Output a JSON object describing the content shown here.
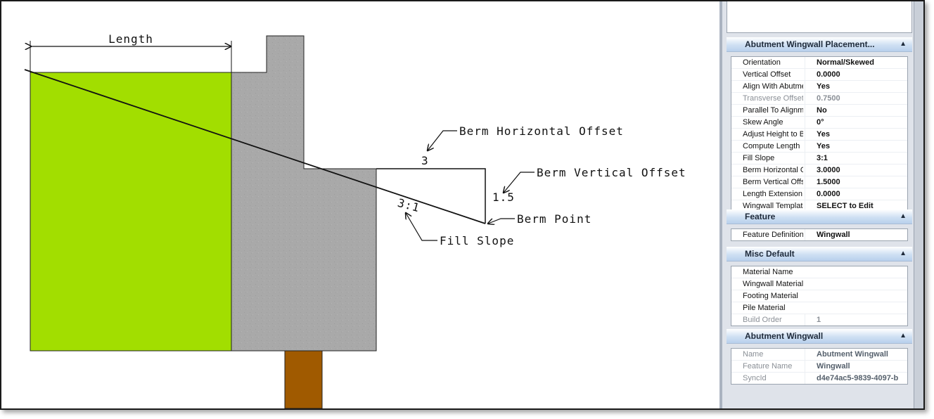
{
  "drawing": {
    "length_label": "Length",
    "berm_h_label": "Berm Horizontal Offset",
    "berm_h_value": "3",
    "berm_v_label": "Berm Vertical Offset",
    "berm_v_value": "1.5",
    "berm_point_label": "Berm Point",
    "fill_slope_label": "Fill Slope",
    "fill_slope_value": "3:1",
    "colors": {
      "fill": "#a2de00",
      "concrete": "#a9a9a9",
      "pile": "#a05a00"
    }
  },
  "panel": {
    "placement": {
      "title": "Abutment Wingwall Placement...",
      "rows": [
        {
          "k": "Orientation",
          "v": "Normal/Skewed"
        },
        {
          "k": "Vertical Offset",
          "v": "0.0000"
        },
        {
          "k": "Align With Abutment",
          "v": "Yes"
        },
        {
          "k": "Transverse Offset",
          "v": "0.7500"
        },
        {
          "k": "Parallel To Alignment",
          "v": "No"
        },
        {
          "k": "Skew Angle",
          "v": "0°"
        },
        {
          "k": "Adjust Height to Back",
          "v": "Yes"
        },
        {
          "k": "Compute Length",
          "v": "Yes"
        },
        {
          "k": "Fill Slope",
          "v": "3:1"
        },
        {
          "k": "Berm Horizontal Offset",
          "v": "3.0000"
        },
        {
          "k": "Berm Vertical Offset",
          "v": "1.5000"
        },
        {
          "k": "Length Extension",
          "v": "0.0000"
        },
        {
          "k": "Wingwall Template",
          "v": "SELECT to Edit"
        }
      ]
    },
    "feature": {
      "title": "Feature",
      "rows": [
        {
          "k": "Feature Definition",
          "v": "Wingwall"
        }
      ]
    },
    "misc": {
      "title": "Misc Default",
      "rows": [
        {
          "k": "Material Name",
          "v": ""
        },
        {
          "k": "Wingwall Material",
          "v": ""
        },
        {
          "k": "Footing Material",
          "v": ""
        },
        {
          "k": "Pile Material",
          "v": ""
        },
        {
          "k": "Build Order",
          "v": "1"
        }
      ]
    },
    "wingwall": {
      "title": "Abutment Wingwall",
      "rows": [
        {
          "k": "Name",
          "v": "Abutment Wingwall"
        },
        {
          "k": "Feature Name",
          "v": "Wingwall"
        },
        {
          "k": "SyncId",
          "v": "d4e74ac5-9839-4097-b"
        }
      ]
    }
  }
}
